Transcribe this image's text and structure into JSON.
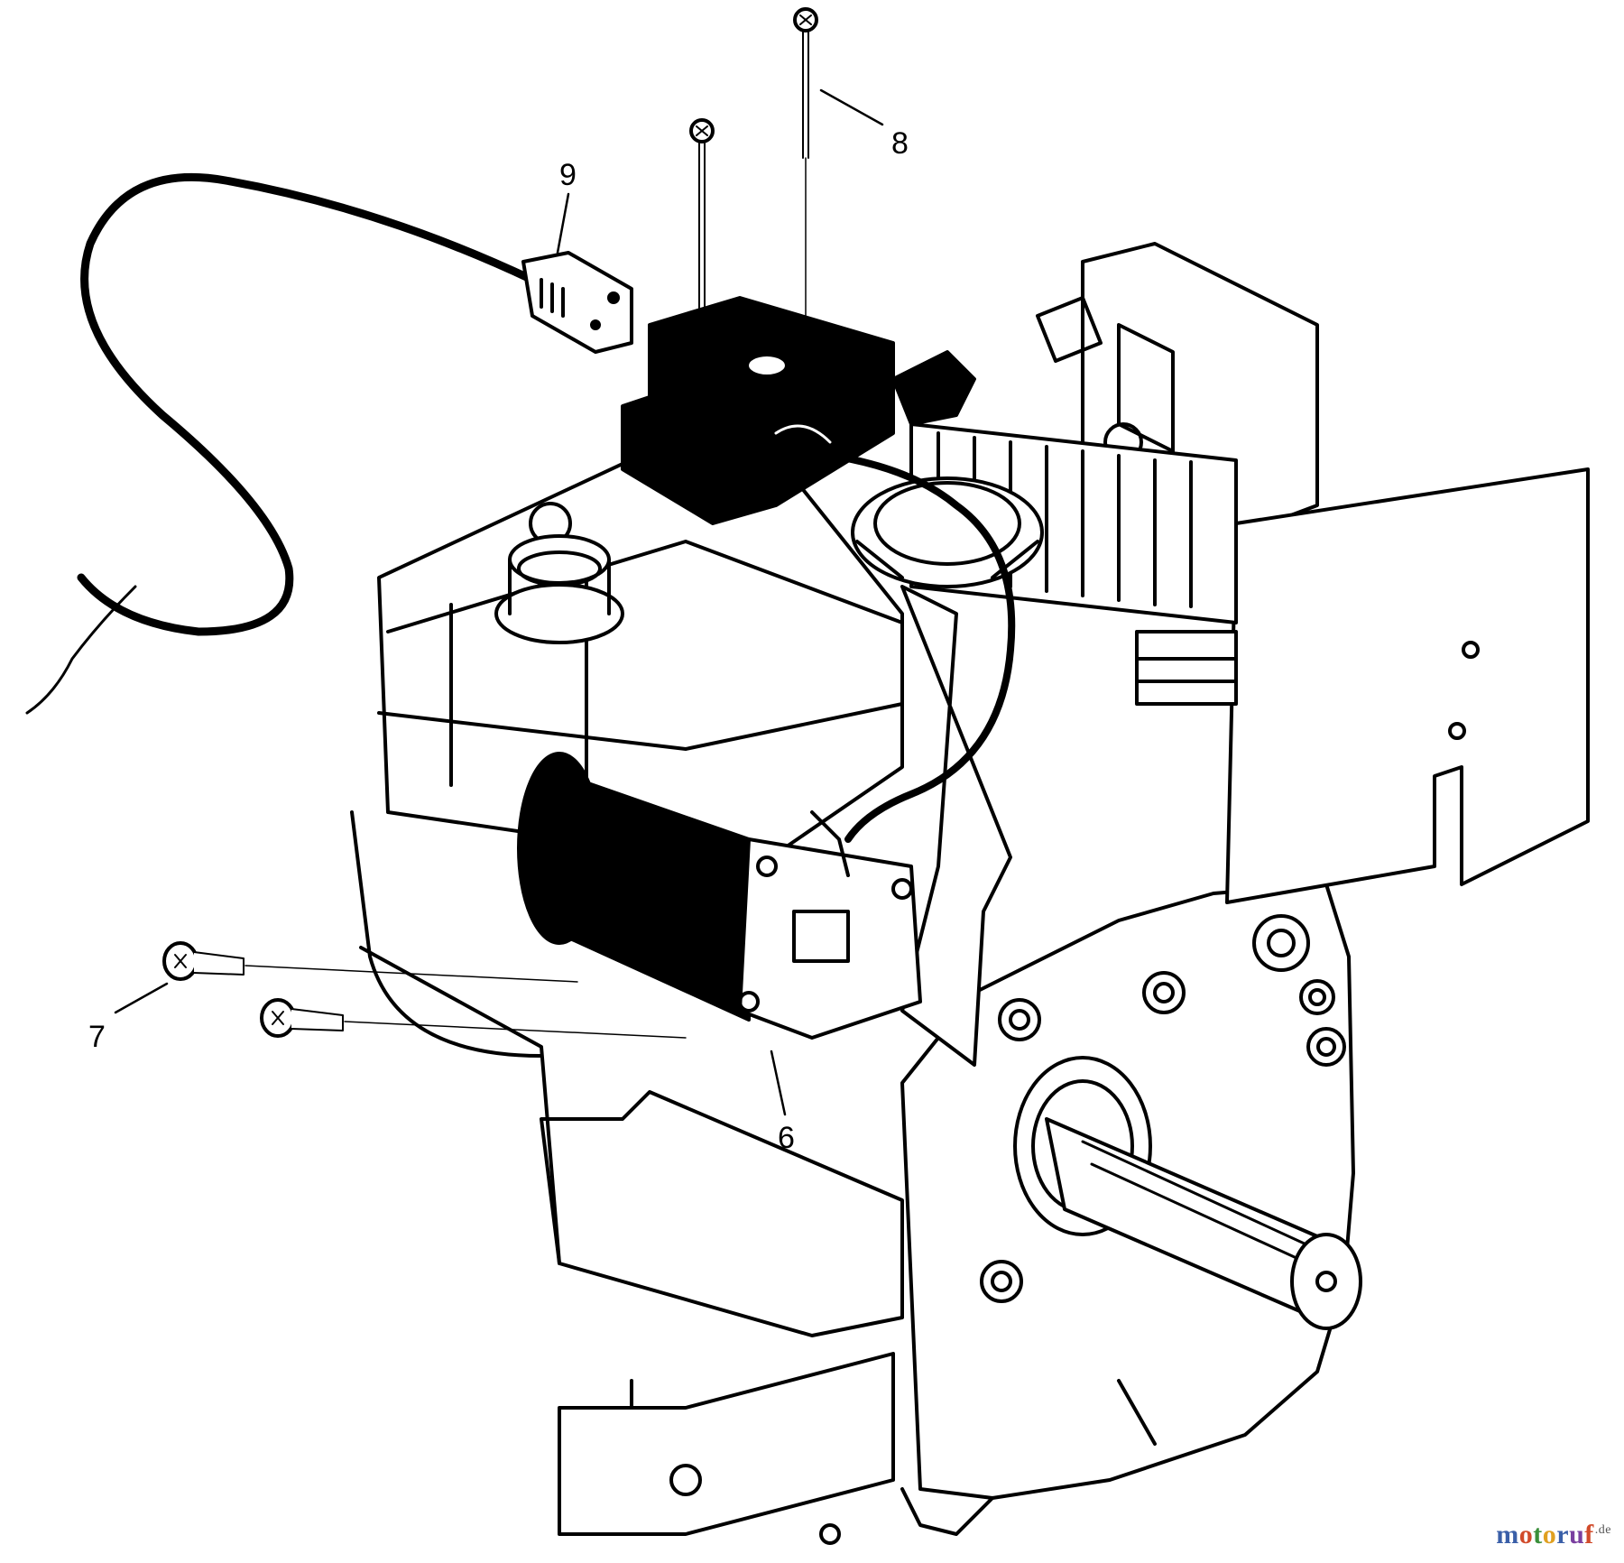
{
  "diagram": {
    "callouts": {
      "c6": "6",
      "c7": "7",
      "c8": "8",
      "c9": "9"
    },
    "parts": [
      "engine",
      "electric-starter-motor",
      "starter-switch-box",
      "power-cord-plug",
      "screws",
      "crankshaft"
    ]
  },
  "watermark": {
    "letters": [
      "m",
      "o",
      "t",
      "o",
      "r",
      "u",
      "f"
    ],
    "letter_colors": [
      "#3a5fa8",
      "#d14b2b",
      "#3a8f3a",
      "#e0a020",
      "#3a5fa8",
      "#7a3fa0",
      "#d14b2b"
    ],
    "tld": ".de"
  }
}
